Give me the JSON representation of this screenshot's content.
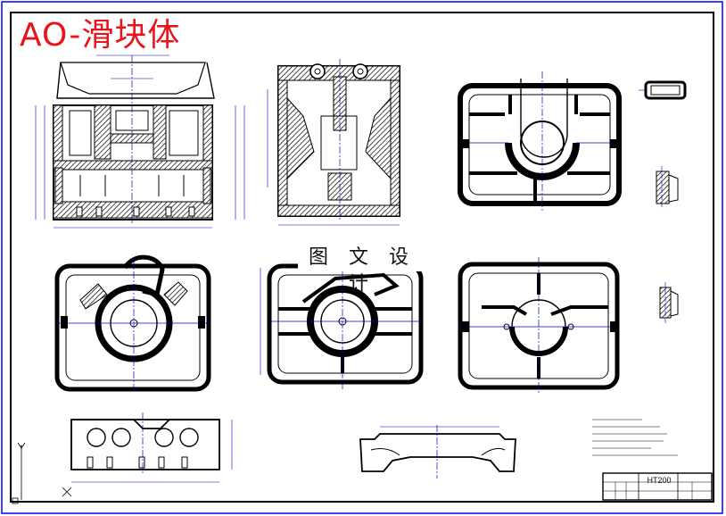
{
  "drawing": {
    "title": "AO-滑块体",
    "watermark": "图 文 设 计",
    "material": "HT200"
  },
  "colors": {
    "background": "#ffffff",
    "line": "#000000",
    "dimension": "#0000ff",
    "centerline": "#0000cc",
    "title_red": "#e8141b",
    "frame_blue": "#0000ff"
  }
}
